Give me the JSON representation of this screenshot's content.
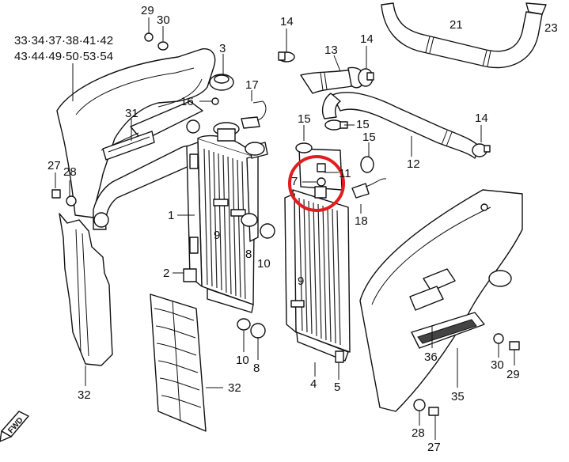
{
  "callouts": {
    "p29_top": "29",
    "p30_top": "30",
    "refs_line1": "33·34·37·38·41·42",
    "refs_line2": "43·44·49·50·53·54",
    "p3": "3",
    "p14_a": "14",
    "p13": "13",
    "p14_b": "14",
    "p21": "21",
    "p23": "23",
    "p16": "16",
    "p17": "17",
    "p31": "31",
    "p15_a": "15",
    "p15_b": "15",
    "p15_c": "15",
    "p14_c": "14",
    "p12": "12",
    "p11": "11",
    "p7": "7",
    "p18": "18",
    "p27_left": "27",
    "p28_left": "28",
    "p1": "1",
    "p9_a": "9",
    "p8_a": "8",
    "p10_a": "10",
    "p2": "2",
    "p9_b": "9",
    "p10_b": "10",
    "p8_b": "8",
    "p4": "4",
    "p5": "5",
    "p32_left": "32",
    "p32_right": "32",
    "p36": "36",
    "p30_right": "30",
    "p29_right": "29",
    "p35": "35",
    "p28_bottom": "28",
    "p27_bottom": "27",
    "fwd": "FWD"
  },
  "highlight": {
    "color": "#e11d1d",
    "target_part": "11"
  }
}
